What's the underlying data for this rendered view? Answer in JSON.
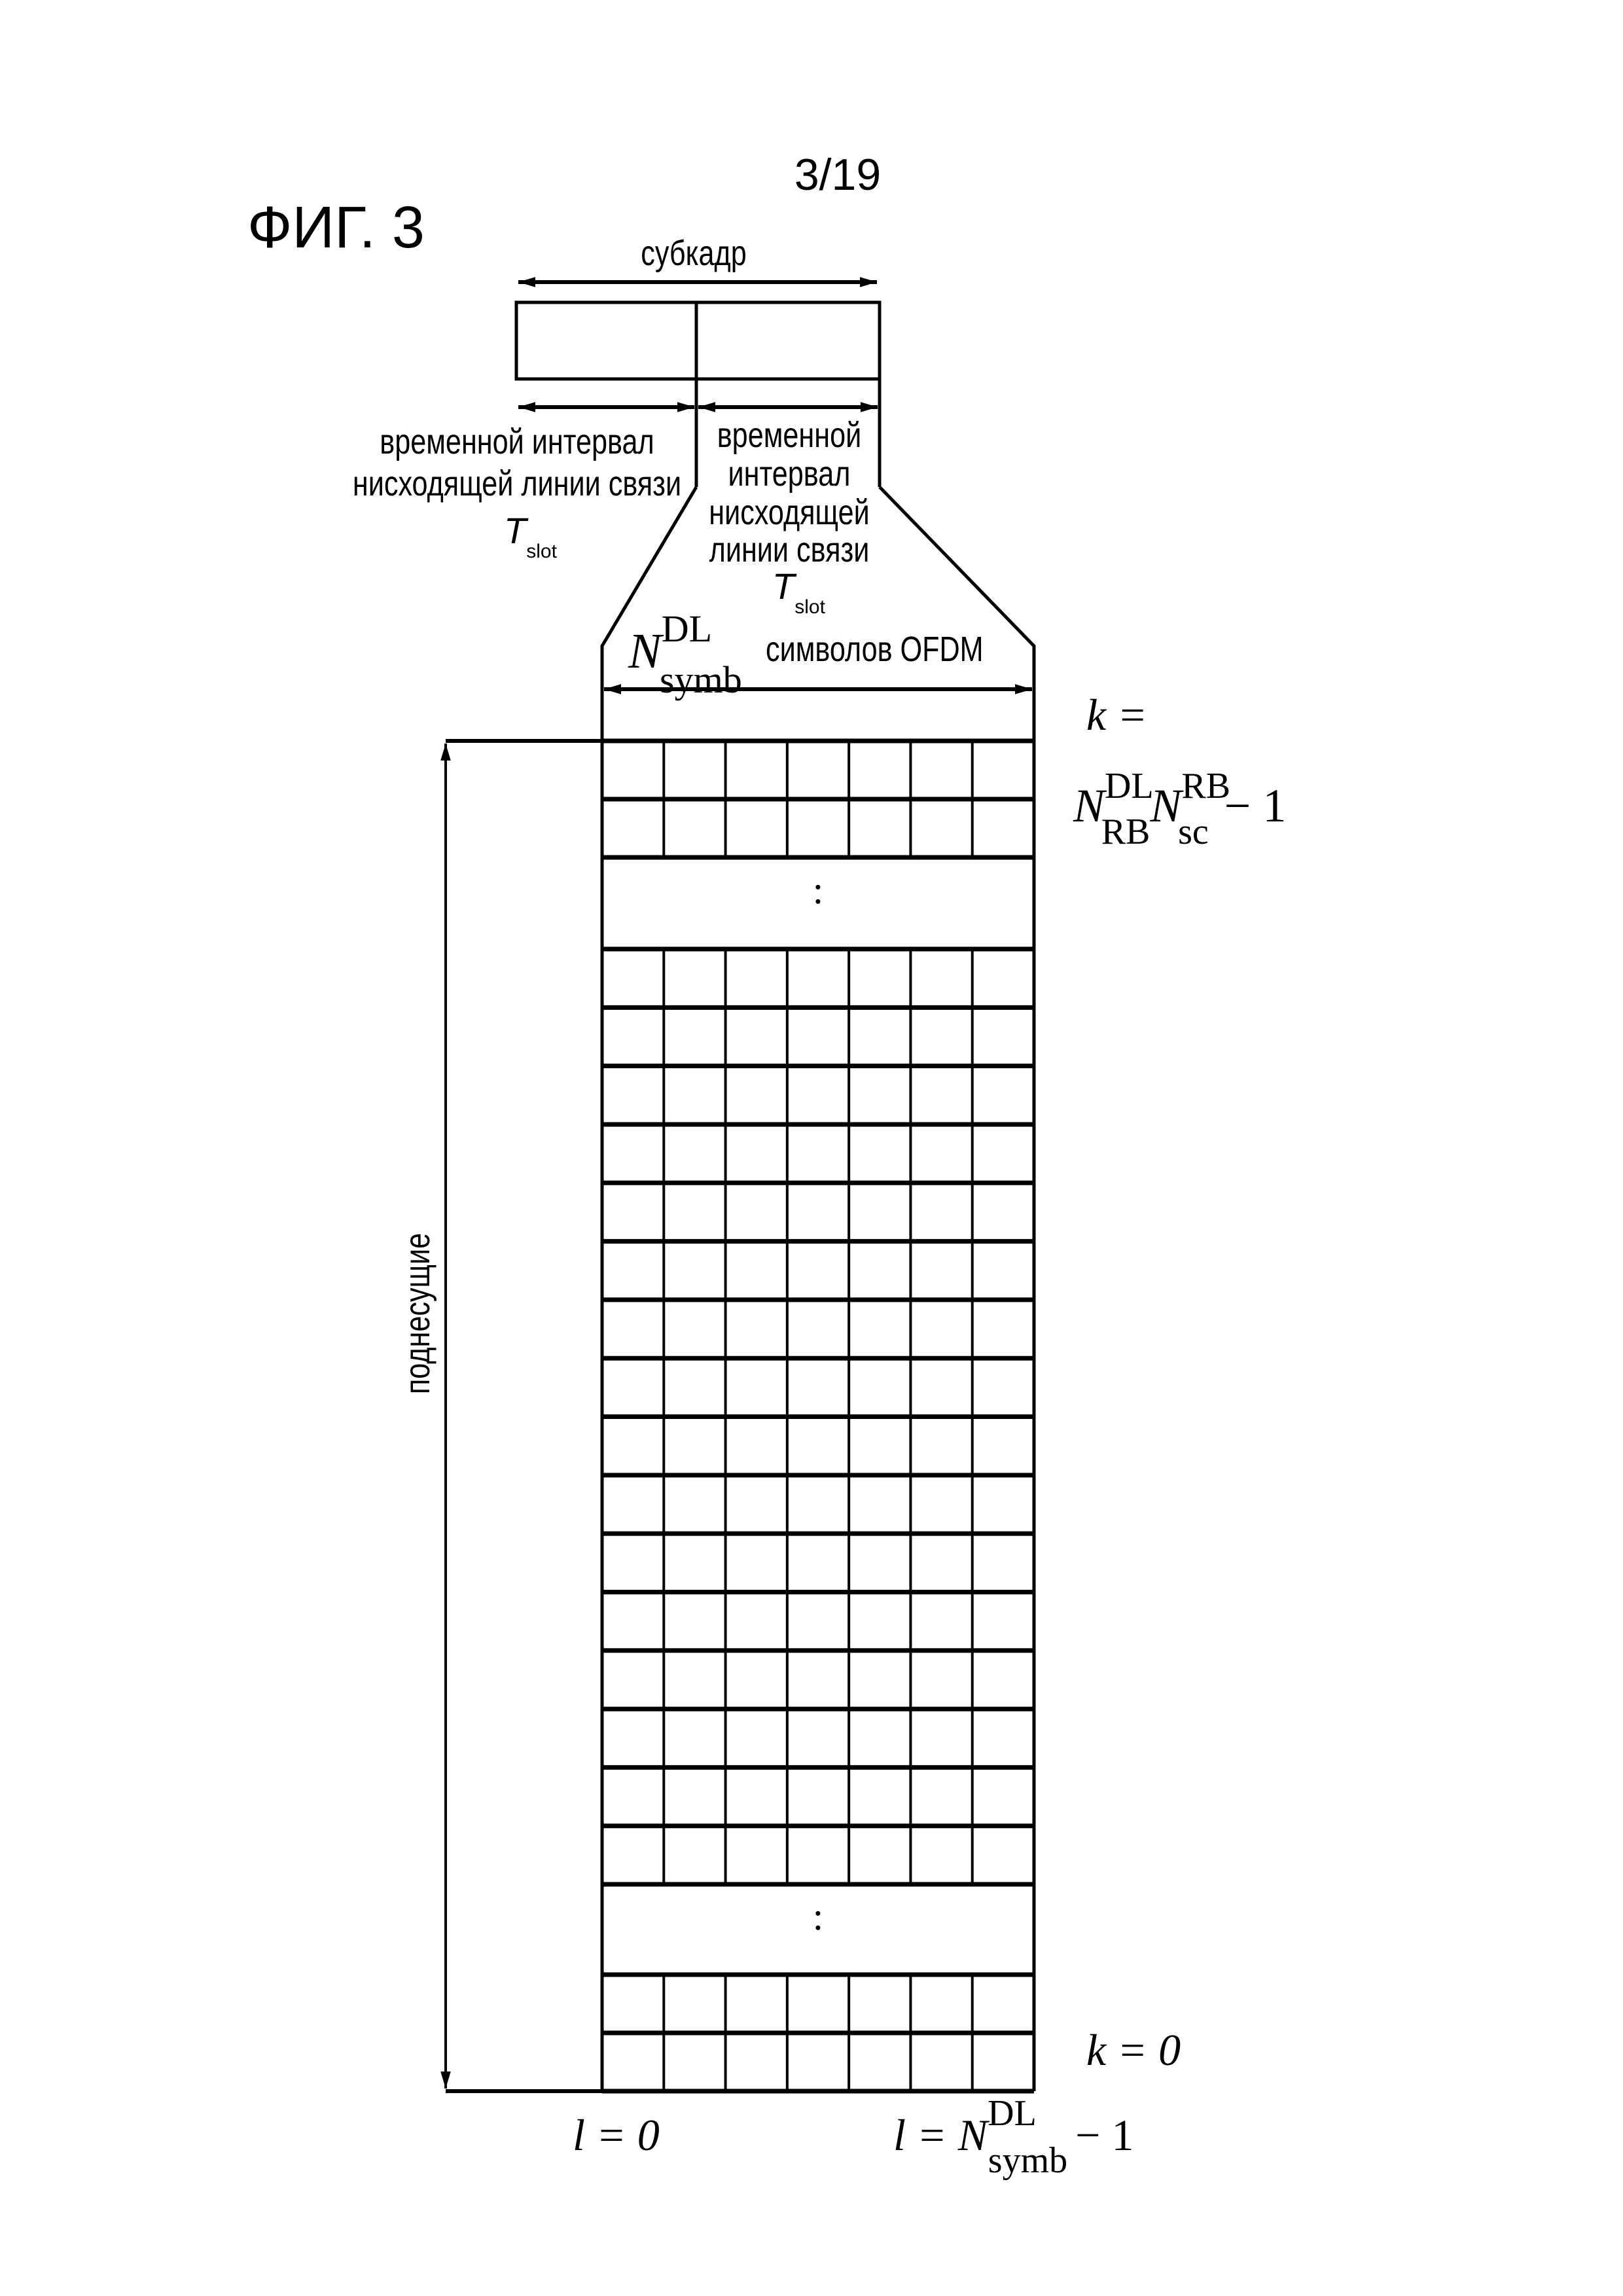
{
  "page_number": "3/19",
  "figure_label": "ФИГ. 3",
  "subframe_label": "субкадр",
  "slot_left": {
    "lines": [
      "временной интервал",
      "нисходящей линии связи"
    ],
    "symbol": "T",
    "subscript": "slot"
  },
  "slot_right": {
    "lines": [
      "временной",
      "интервал",
      "нисходящей",
      "линии связи"
    ],
    "symbol": "T",
    "subscript": "slot"
  },
  "ofdm_label": {
    "symbol": "N",
    "superscript": "DL",
    "subscript": "symb",
    "text": "символов OFDM"
  },
  "axis_label": "поднесущие",
  "k_top": {
    "prefix": "k =",
    "n1": "N",
    "n1_sup": "DL",
    "n1_sub": "RB",
    "n2": "N",
    "n2_sup": "RB",
    "n2_sub": "sc",
    "suffix": "− 1"
  },
  "k_bottom": "k = 0",
  "l_first": "l = 0",
  "l_last": {
    "prefix": "l = N",
    "sup": "DL",
    "sub": "symb",
    "suffix": "− 1"
  },
  "ellipsis": ":"
}
